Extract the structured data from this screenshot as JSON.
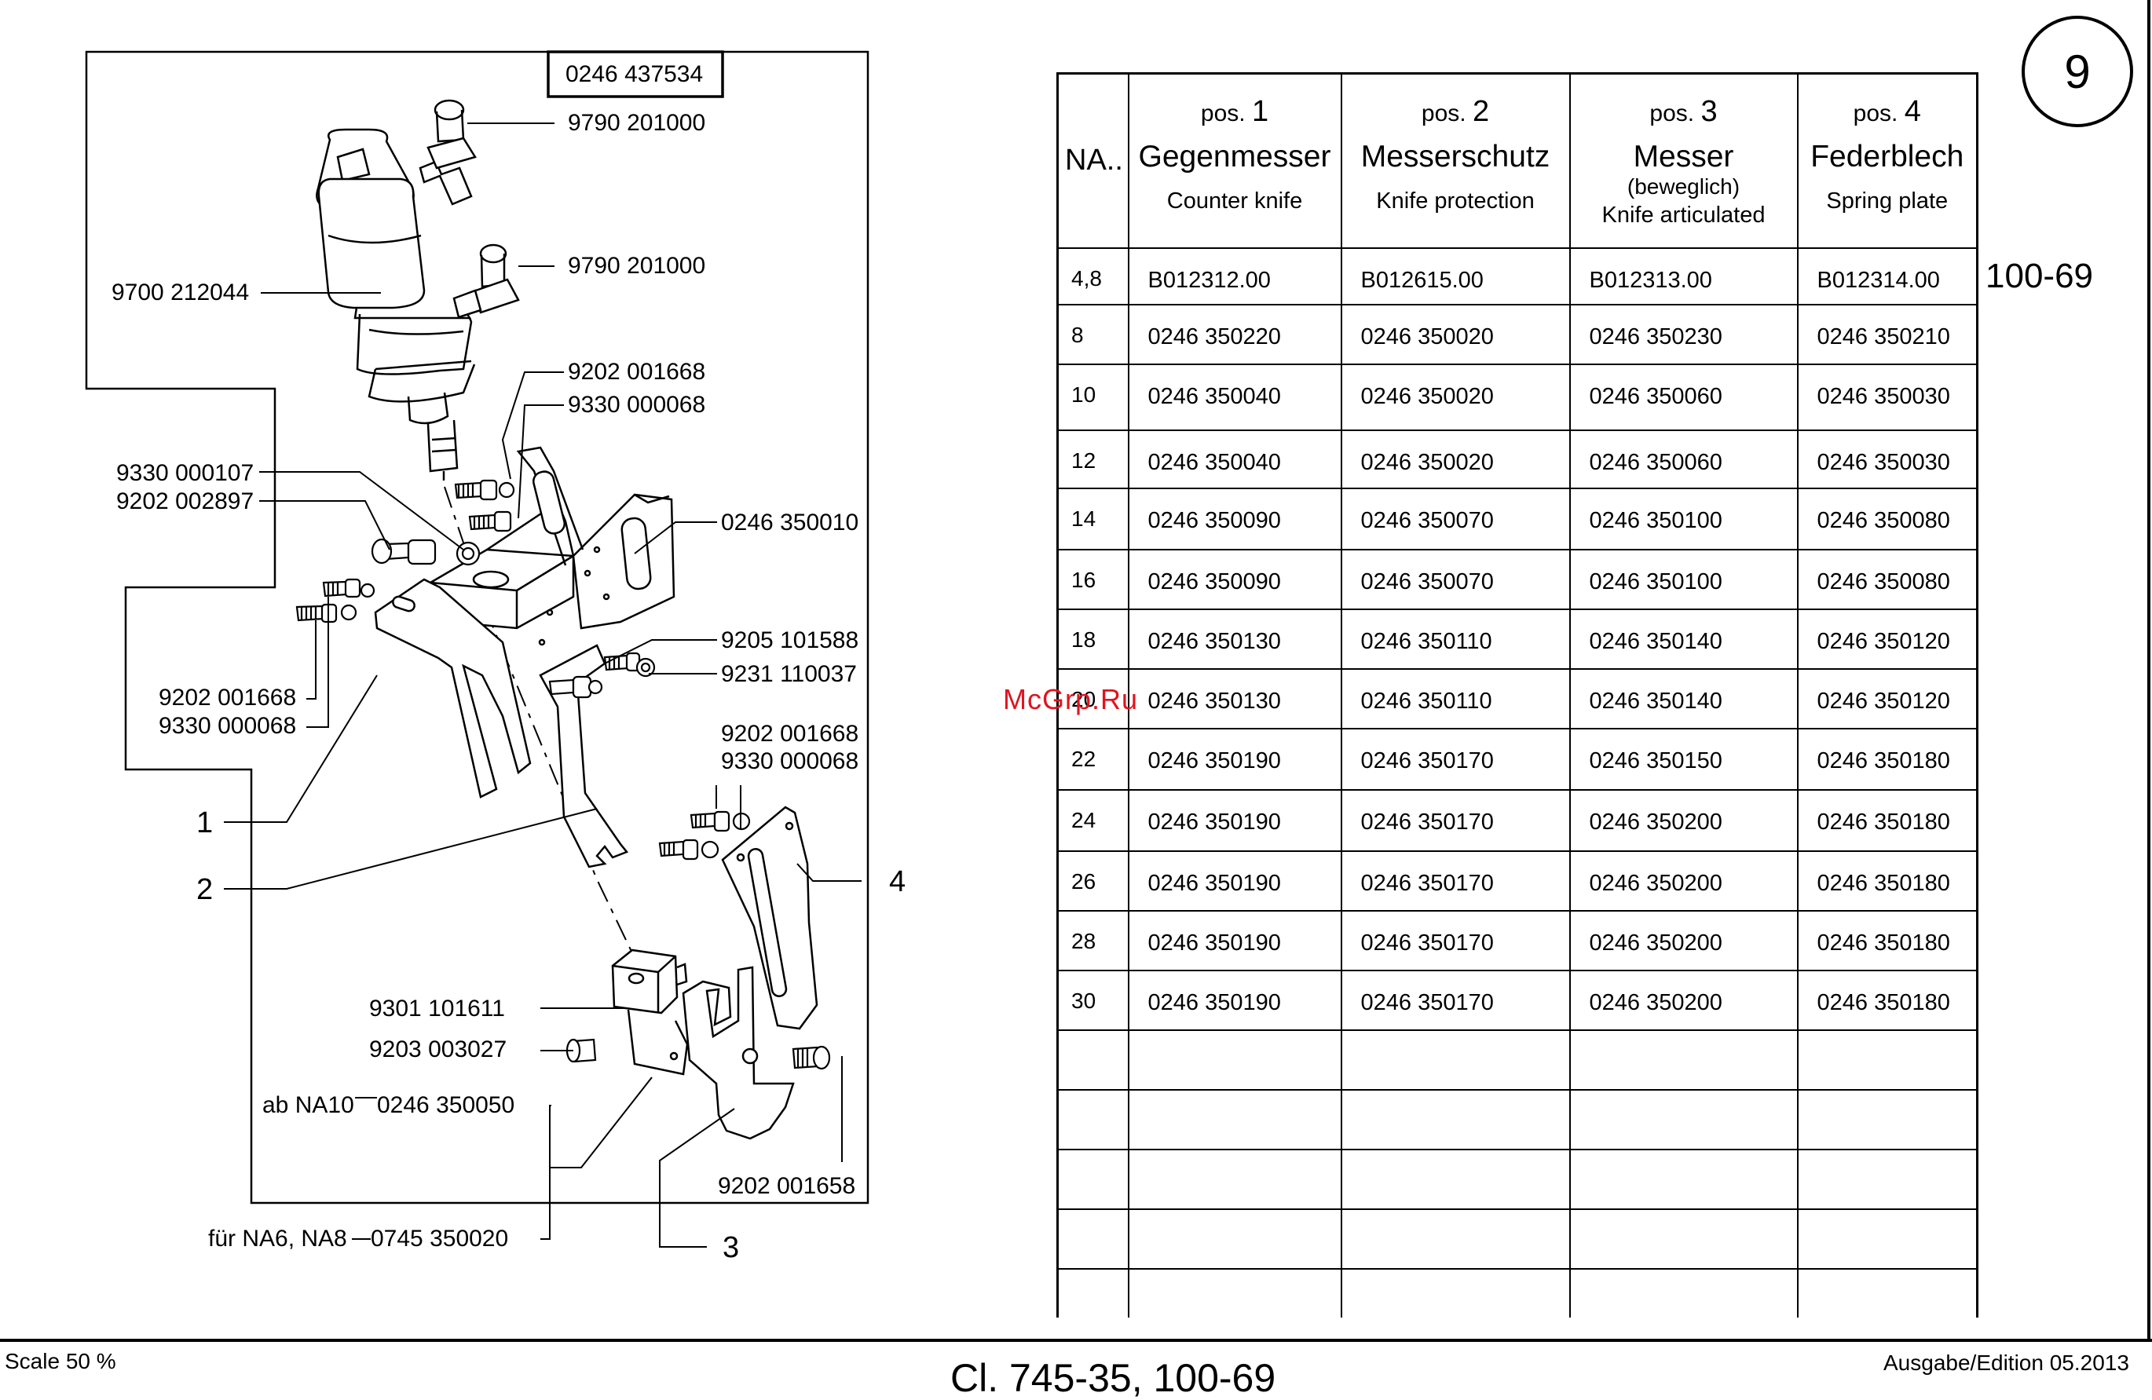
{
  "page_badge": "9",
  "model_tag": "100-69",
  "footer": {
    "scale": "Scale 50 %",
    "title": "Cl. 745-35, 100-69",
    "edition": "Ausgabe/Edition 05.2013"
  },
  "watermark": "McGrp.Ru",
  "drawing": {
    "box_label": "0246 437534",
    "callouts": {
      "c1": "9790 201000",
      "c2": "9790 201000",
      "c3": "9700 212044",
      "c4": "9202 001668",
      "c5": "9330 000068",
      "c6": "9330 000107",
      "c7": "9202 002897",
      "c8": "0246 350010",
      "c9": "9205 101588",
      "c10": "9231 110037",
      "c11": "9202 001668",
      "c12": "9330 000068",
      "c13": "9202 001668",
      "c14": "9330 000068",
      "c15": "9301 101611",
      "c16": "9203 003027",
      "c17": "ab NA10",
      "c18": "0246 350050",
      "c19": "9202 001658",
      "c20": "für NA6, NA8",
      "c21": "0745 350020"
    },
    "pos_numbers": {
      "p1": "1",
      "p2": "2",
      "p3": "3",
      "p4": "4"
    }
  },
  "table": {
    "na_header": "NA..",
    "columns": [
      {
        "pos_word": "pos.",
        "pos_num": "1",
        "de": "Gegenmesser",
        "sub": "",
        "en": "Counter knife"
      },
      {
        "pos_word": "pos.",
        "pos_num": "2",
        "de": "Messerschutz",
        "sub": "",
        "en": "Knife protection"
      },
      {
        "pos_word": "pos.",
        "pos_num": "3",
        "de": "Messer",
        "sub": "(beweglich)",
        "en": "Knife articulated"
      },
      {
        "pos_word": "pos.",
        "pos_num": "4",
        "de": "Federblech",
        "sub": "",
        "en": "Spring plate"
      }
    ],
    "rows": [
      {
        "na": "4,8",
        "parts": [
          "B012312.00",
          "B012615.00",
          "B012313.00",
          "B012314.00"
        ]
      },
      {
        "na": "8",
        "parts": [
          "0246 350220",
          "0246 350020",
          "0246 350230",
          "0246 350210"
        ]
      },
      {
        "na": "10",
        "parts": [
          "0246 350040",
          "0246 350020",
          "0246 350060",
          "0246 350030"
        ]
      },
      {
        "na": "12",
        "parts": [
          "0246 350040",
          "0246 350020",
          "0246 350060",
          "0246 350030"
        ]
      },
      {
        "na": "14",
        "parts": [
          "0246 350090",
          "0246 350070",
          "0246 350100",
          "0246 350080"
        ]
      },
      {
        "na": "16",
        "parts": [
          "0246 350090",
          "0246 350070",
          "0246 350100",
          "0246 350080"
        ]
      },
      {
        "na": "18",
        "parts": [
          "0246 350130",
          "0246 350110",
          "0246 350140",
          "0246 350120"
        ]
      },
      {
        "na": "20",
        "parts": [
          "0246 350130",
          "0246 350110",
          "0246 350140",
          "0246 350120"
        ]
      },
      {
        "na": "22",
        "parts": [
          "0246 350190",
          "0246 350170",
          "0246 350150",
          "0246 350180"
        ]
      },
      {
        "na": "24",
        "parts": [
          "0246 350190",
          "0246 350170",
          "0246 350200",
          "0246 350180"
        ]
      },
      {
        "na": "26",
        "parts": [
          "0246 350190",
          "0246 350170",
          "0246 350200",
          "0246 350180"
        ]
      },
      {
        "na": "28",
        "parts": [
          "0246 350190",
          "0246 350170",
          "0246 350200",
          "0246 350180"
        ]
      },
      {
        "na": "30",
        "parts": [
          "0246 350190",
          "0246 350170",
          "0246 350200",
          "0246 350180"
        ]
      }
    ],
    "empty_row_count": 5
  }
}
